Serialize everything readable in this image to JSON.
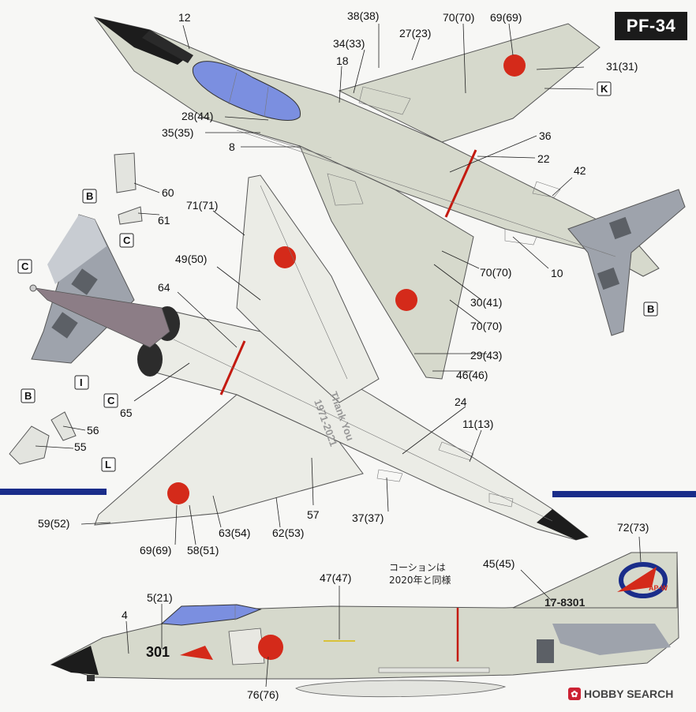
{
  "sheet_code": "PF-34",
  "watermark": "HOBBY SEARCH",
  "note_lines": [
    "コーションは",
    "2020年と同様"
  ],
  "side_texts": {
    "serial": "17-8301",
    "nose_number": "301",
    "wing_message_1": "Thank You",
    "wing_message_2": "1971-2021",
    "tail_badge": "AP-W"
  },
  "callouts": [
    "12",
    "38(38)",
    "70(70)",
    "69(69)",
    "34(33)",
    "27(23)",
    "31(31)",
    "18",
    "28(44)",
    "35(35)",
    "36",
    "8",
    "22",
    "42",
    "60",
    "61",
    "71(71)",
    "49(50)",
    "70(70)",
    "64",
    "10",
    "30(41)",
    "70(70)",
    "29(43)",
    "46(46)",
    "24",
    "11(13)",
    "56",
    "55",
    "65",
    "57",
    "37(37)",
    "59(52)",
    "63(54)",
    "62(53)",
    "69(69)",
    "58(51)",
    "72(73)",
    "45(45)",
    "47(47)",
    "5(21)",
    "4",
    "76(76)"
  ],
  "box_labels": [
    "B",
    "C",
    "C",
    "K",
    "I",
    "C",
    "B",
    "L",
    "B"
  ],
  "colors": {
    "airframe": "#d6d9cc",
    "camo_grey": "#9ea3ac",
    "camo_dark": "#5c6066",
    "hinomaru": "#d42a1a",
    "canopy": "#7b8fe0",
    "nose": "#1c1c1c",
    "stripe": "#c41a10",
    "blue_band": "#1a2d8a",
    "exhaust": "#8c7d86"
  }
}
